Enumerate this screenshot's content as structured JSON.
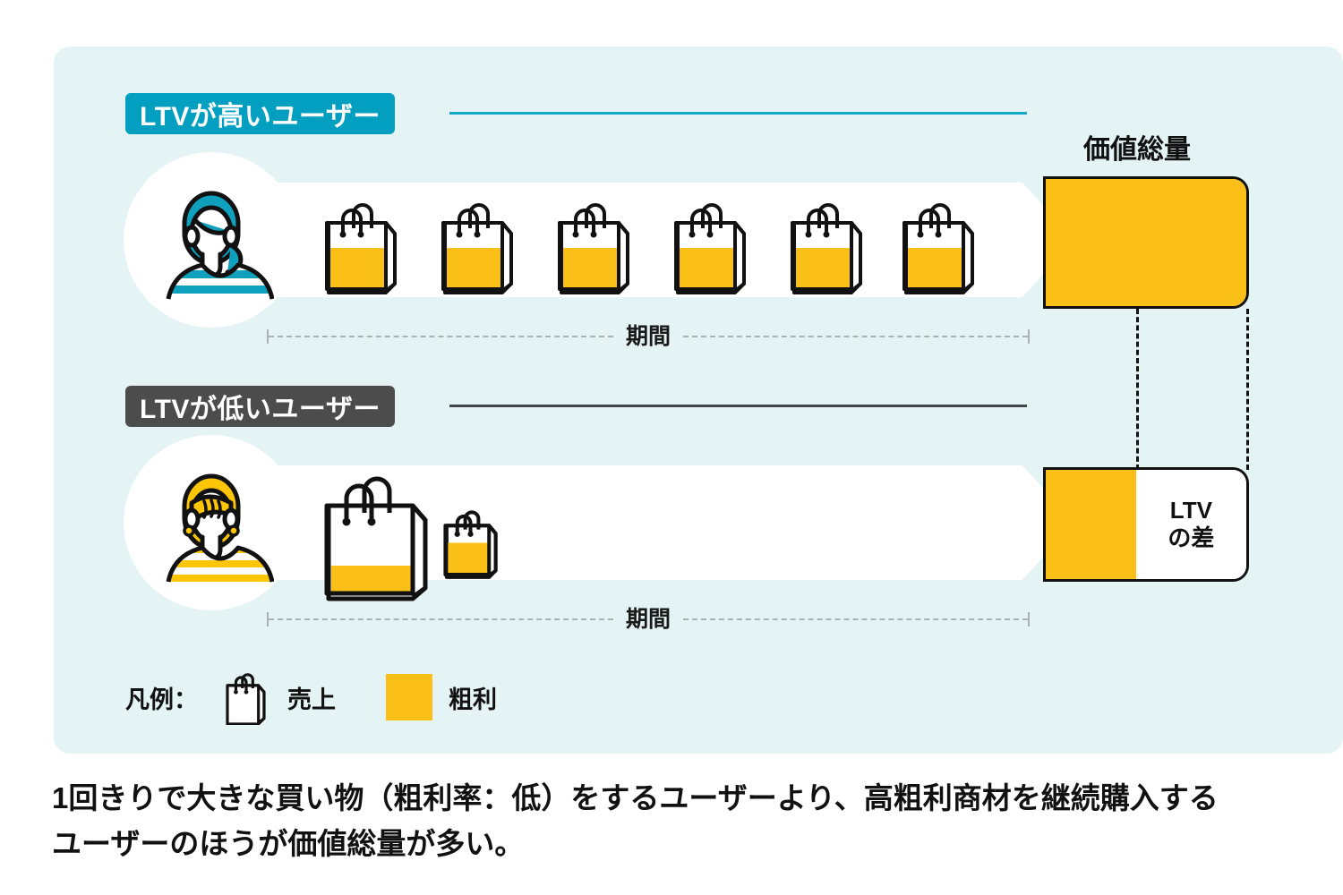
{
  "panel": {
    "background_color": "#e4f3f3",
    "accent_cyan": "#039fc0",
    "accent_gray": "#4c4c4c",
    "gross_profit_color": "#fbc017"
  },
  "sections": {
    "high": {
      "chip_label": "LTVが高いユーザー",
      "period_label": "期間",
      "avatar": "woman-teal-hair-avatar",
      "bag_count": 6
    },
    "low": {
      "chip_label": "LTVが低いユーザー",
      "period_label": "期間",
      "avatar": "person-yellow-hair-avatar",
      "bag_count": 2
    }
  },
  "value_total": {
    "heading": "価値総量",
    "difference_label": "LTV\nの差"
  },
  "legend": {
    "title": "凡例：",
    "items": [
      {
        "icon": "shopping-bag-icon",
        "label": "売上"
      },
      {
        "icon": "yellow-swatch",
        "label": "粗利"
      }
    ]
  },
  "caption": {
    "line1": "1回きりで大きな買い物（粗利率：低）をするユーザーより、高粗利商材を継続購入する",
    "line2": "ユーザーのほうが価値総量が多い。"
  },
  "chart_data": {
    "type": "bar",
    "title": "価値総量",
    "categories": [
      "LTVが高いユーザー",
      "LTVが低いユーザー"
    ],
    "series": [
      {
        "name": "価値総量（粗利）",
        "values": [
          100,
          45
        ]
      }
    ],
    "annotations": [
      "LTVの差"
    ],
    "purchase_counts": [
      6,
      2
    ],
    "gross_margin_fill_ratio": {
      "high_user_bags": [
        0.6,
        0.6,
        0.6,
        0.6,
        0.6,
        0.6
      ],
      "low_user_bags": [
        0.25,
        0.55
      ]
    },
    "xlabel": "期間",
    "ylabel": "",
    "legend_position": "bottom-left",
    "grid": false
  }
}
